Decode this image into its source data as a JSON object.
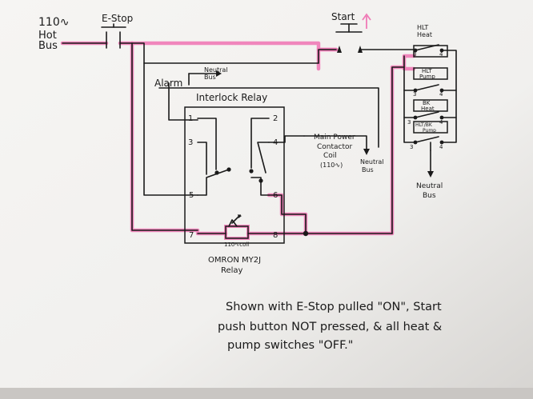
{
  "supply": {
    "voltage": "110∿",
    "bus_line1": "Hot",
    "bus_line2": "Bus"
  },
  "estop": {
    "label": "E-Stop"
  },
  "start": {
    "label": "Start"
  },
  "alarm": {
    "label": "Alarm"
  },
  "neutral_top": {
    "line1": "Neutral",
    "line2": "Bus"
  },
  "relay": {
    "title": "Interlock Relay",
    "pins": [
      "1",
      "2",
      "3",
      "4",
      "5",
      "6",
      "7",
      "8"
    ],
    "coil_label": "110∿coil",
    "model_line1": "OMRON MY2J",
    "model_line2": "Relay"
  },
  "contactor": {
    "line1": "Main Power",
    "line2": "Contactor",
    "line3": "Coil",
    "line4": "(110∿)",
    "neutral_line1": "Neutral",
    "neutral_line2": "Bus"
  },
  "switches": [
    {
      "line1": "HLT",
      "line2": "Heat",
      "left_pin": "3",
      "right_pin": "4"
    },
    {
      "line1": "HLT",
      "line2": "Pump",
      "left_pin": "3",
      "right_pin": "4"
    },
    {
      "line1": "BK",
      "line2": "Heat",
      "left_pin": "3",
      "right_pin": "4"
    },
    {
      "line1": "HLT/BK",
      "line2": "Pump",
      "left_pin": "3",
      "right_pin": "4"
    }
  ],
  "neutral_bottom": {
    "line1": "Neutral",
    "line2": "Bus"
  },
  "note": {
    "line1": "Shown with E-Stop pulled \"ON\", Start",
    "line2": "push button NOT pressed, & all heat &",
    "line3": "pump switches \"OFF.\""
  },
  "colors": {
    "ink": "#1a1a1a",
    "highlight": "#f07ab6",
    "paper": "#f4f3f1"
  }
}
